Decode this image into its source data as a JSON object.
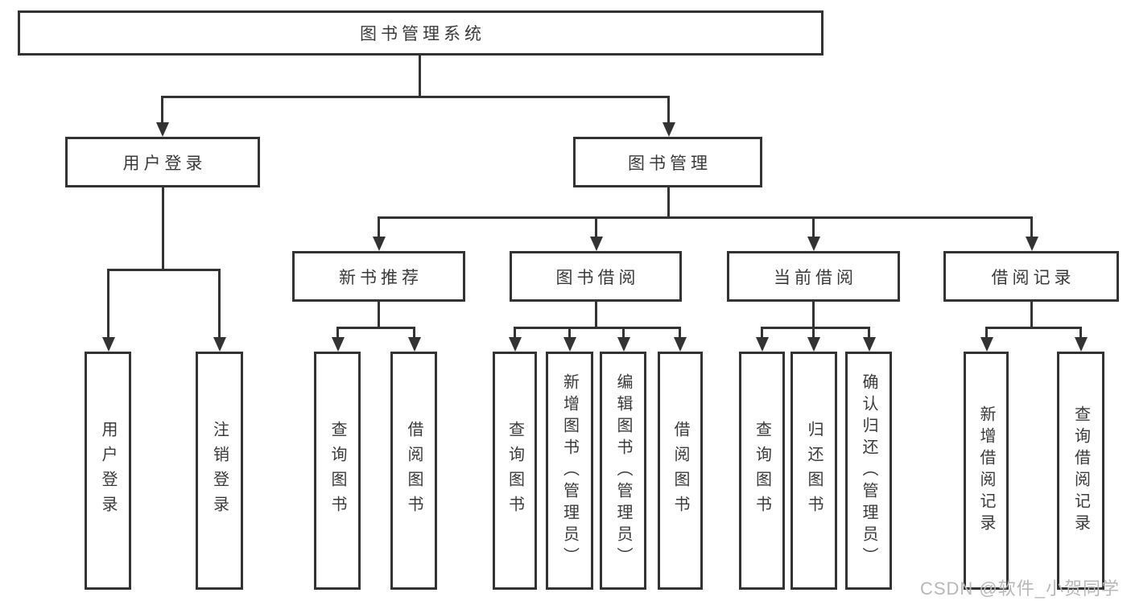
{
  "diagram": {
    "title": "图书管理系统",
    "root": {
      "label": "图书管理系统"
    },
    "level2": [
      {
        "label": "用户登录"
      },
      {
        "label": "图书管理"
      }
    ],
    "level3": [
      {
        "label": "新书推荐"
      },
      {
        "label": "图书借阅"
      },
      {
        "label": "当前借阅"
      },
      {
        "label": "借阅记录"
      }
    ],
    "leaves": {
      "user_login": [
        "用户登录",
        "注销登录"
      ],
      "new_book": [
        "查询图书",
        "借阅图书"
      ],
      "book_borrow": [
        "查询图书",
        "新增图书（管理员）",
        "编辑图书（管理员）",
        "借阅图书"
      ],
      "current_borrow": [
        "查询图书",
        "归还图书",
        "确认归还（管理员）"
      ],
      "borrow_records": [
        "新增借阅记录",
        "查询借阅记录"
      ]
    }
  },
  "watermark": {
    "text": "CSDN @软件_小贺同学",
    "color": "#b8b8b8"
  },
  "colors": {
    "line": "#333333",
    "text": "#3a3a3a",
    "background": "#ffffff"
  }
}
